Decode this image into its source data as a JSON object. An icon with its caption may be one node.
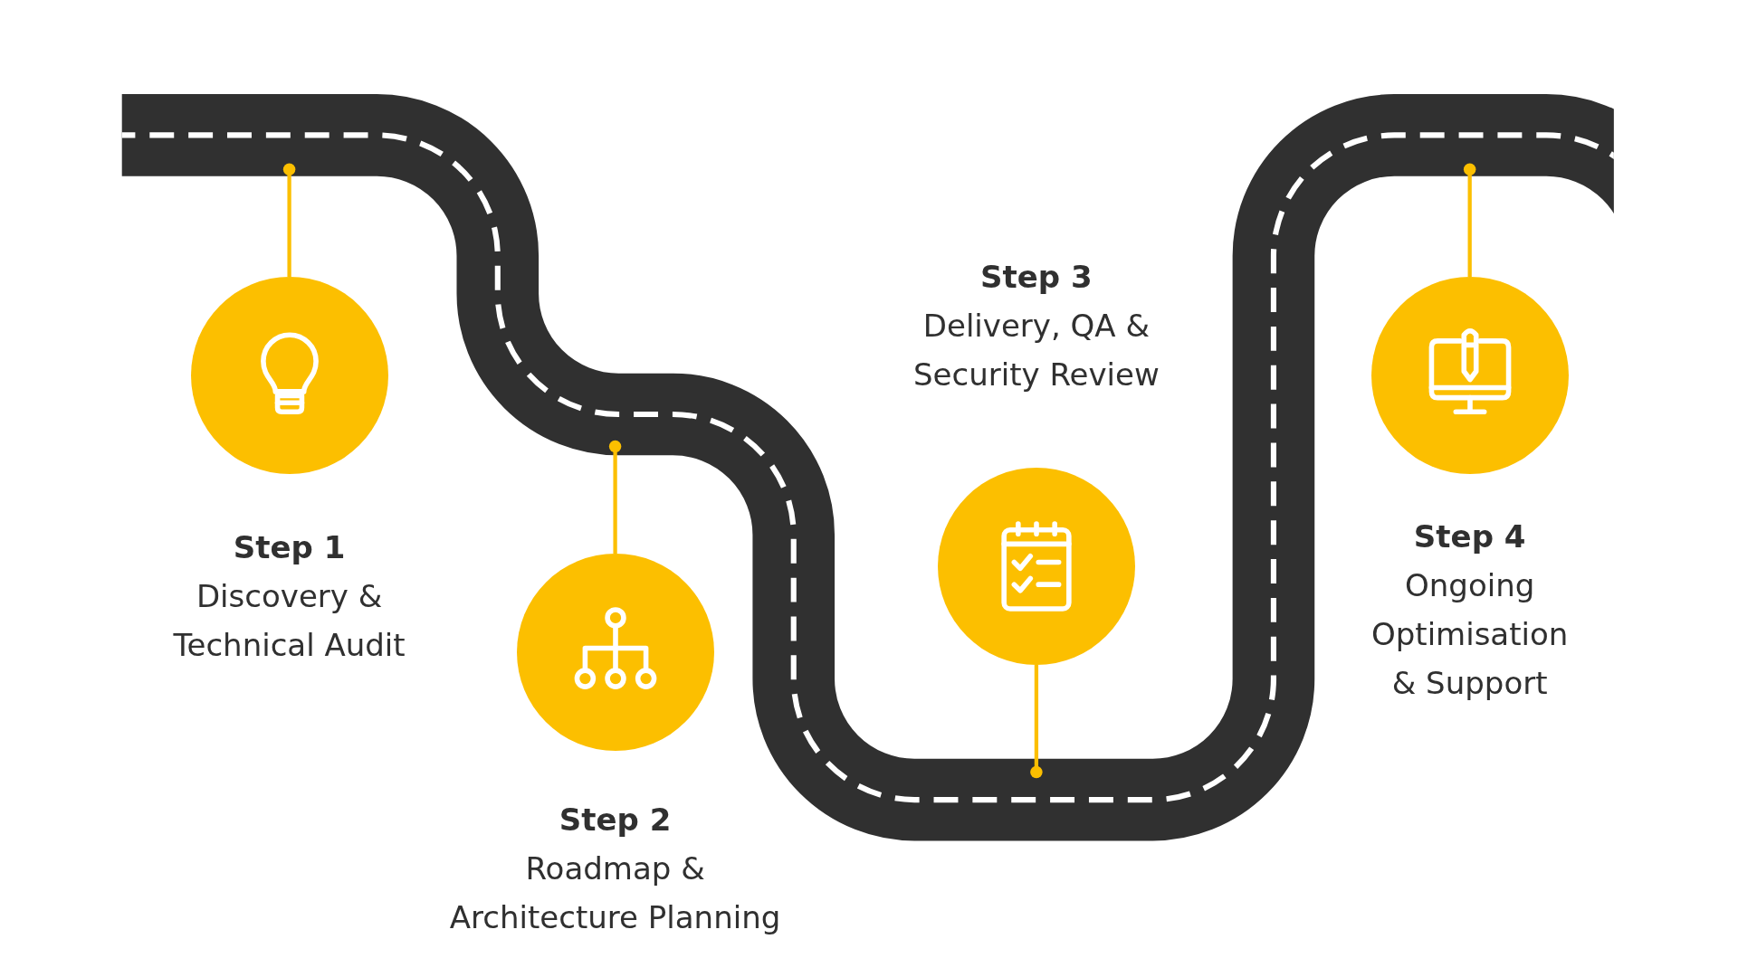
{
  "diagram": {
    "nodes": [
      {
        "text": [
          "Step 1",
          "Discovery & Technical Audit"
        ]
      },
      {
        "text": [
          "Step 2",
          "Roadmap & Architecture Planning"
        ]
      },
      {
        "text": [
          "Step 3",
          "Delivery, QA & Security Review"
        ]
      },
      {
        "text": [
          "Step 4",
          "Ongoing Optimisation & Support"
        ]
      }
    ],
    "edges": [
      {
        "from": null,
        "to": 0,
        "arrow": "other"
      },
      {
        "from": null,
        "to": 1,
        "arrow": "other"
      },
      {
        "from": null,
        "to": 2,
        "arrow": "other"
      },
      {
        "from": null,
        "to": 3,
        "arrow": "other"
      }
    ]
  }
}
